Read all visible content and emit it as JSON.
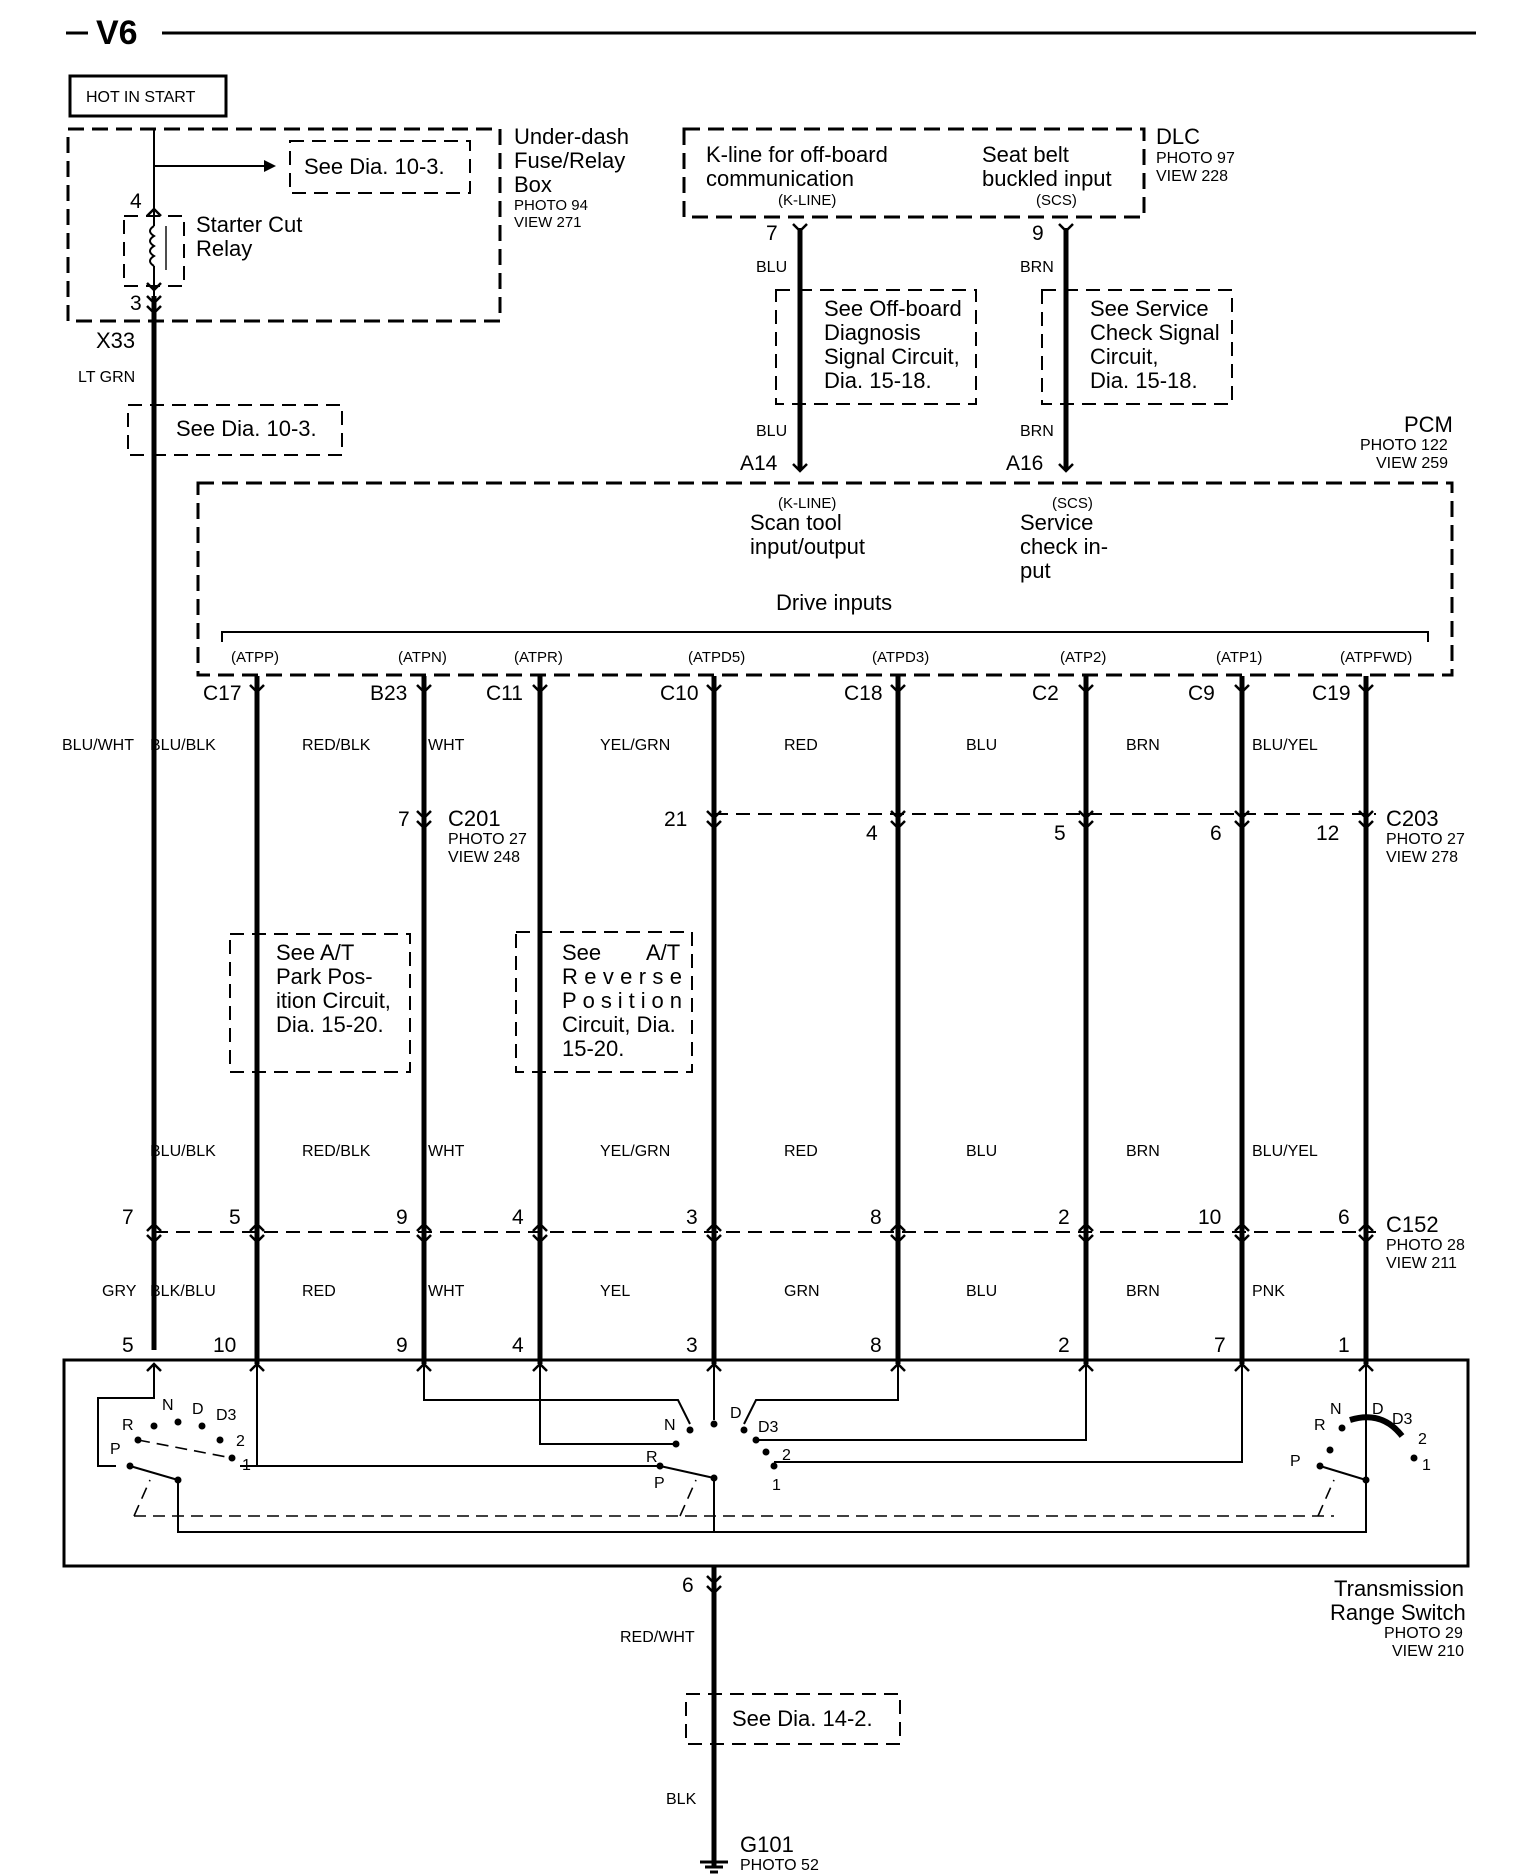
{
  "header": {
    "title": "V6"
  },
  "hot_in_start": "HOT IN START",
  "fuse_box": {
    "name_lines": [
      "Under-dash",
      "Fuse/Relay",
      "Box"
    ],
    "photo": "PHOTO 94",
    "view": "VIEW 271",
    "see": "See Dia. 10-3.",
    "relay_lines": [
      "Starter Cut",
      "Relay"
    ],
    "pin_top": "4",
    "pin_bottom": "3"
  },
  "left_wire": {
    "connector": "X33",
    "color_top": "LT GRN",
    "see": "See Dia. 10-3.",
    "color_mid": "BLU/WHT",
    "c152_pin": "7",
    "color_low": "GRY",
    "trs_pin": "5"
  },
  "dlc": {
    "name": "DLC",
    "photo": "PHOTO 97",
    "view": "VIEW 228",
    "klines": [
      "K-line for off-board",
      "communication",
      "(K-LINE)"
    ],
    "scs": [
      "Seat belt",
      "buckled input",
      "(SCS)"
    ],
    "pin7": "7",
    "pin9": "9",
    "blu": "BLU",
    "brn": "BRN",
    "see_offboard": [
      "See Off-board",
      "Diagnosis",
      "Signal Circuit,",
      "Dia. 15-18."
    ],
    "see_service": [
      "See Service",
      "Check Signal",
      "Circuit,",
      "Dia. 15-18."
    ],
    "pcm_a14": "A14",
    "pcm_a16": "A16"
  },
  "pcm": {
    "name": "PCM",
    "photo": "PHOTO 122",
    "view": "VIEW 259",
    "kline_code": "(K-LINE)",
    "kline_lines": [
      "Scan tool",
      "input/output"
    ],
    "scs_code": "(SCS)",
    "scs_lines": [
      "Service",
      "check in-",
      "put"
    ],
    "drive_inputs": "Drive inputs"
  },
  "channels": [
    {
      "code": "(ATPP)",
      "pin": "C17",
      "color_top": "BLU/BLK",
      "c201_pin": "",
      "c203_pin": "",
      "color_mid": "BLU/BLK",
      "c152_pin": "5",
      "color_low": "BLK/BLU",
      "trs_pin": "10"
    },
    {
      "code": "(ATPN)",
      "pin": "B23",
      "color_top": "RED/BLK",
      "c201_pin": "7",
      "c203_pin": "",
      "color_mid": "RED/BLK",
      "c152_pin": "9",
      "color_low": "RED",
      "trs_pin": "9"
    },
    {
      "code": "(ATPR)",
      "pin": "C11",
      "color_top": "WHT",
      "c201_pin": "",
      "c203_pin": "",
      "color_mid": "WHT",
      "c152_pin": "4",
      "color_low": "WHT",
      "trs_pin": "4"
    },
    {
      "code": "(ATPD5)",
      "pin": "C10",
      "color_top": "YEL/GRN",
      "c201_pin": "",
      "c203_pin": "21",
      "color_mid": "YEL/GRN",
      "c152_pin": "3",
      "color_low": "YEL",
      "trs_pin": "3"
    },
    {
      "code": "(ATPD3)",
      "pin": "C18",
      "color_top": "RED",
      "c201_pin": "",
      "c203_pin": "4",
      "color_mid": "RED",
      "c152_pin": "8",
      "color_low": "GRN",
      "trs_pin": "8"
    },
    {
      "code": "(ATP2)",
      "pin": "C2",
      "color_top": "BLU",
      "c201_pin": "",
      "c203_pin": "5",
      "color_mid": "BLU",
      "c152_pin": "2",
      "color_low": "BLU",
      "trs_pin": "2"
    },
    {
      "code": "(ATP1)",
      "pin": "C9",
      "color_top": "BRN",
      "c201_pin": "",
      "c203_pin": "6",
      "color_mid": "BRN",
      "c152_pin": "10",
      "color_low": "BRN",
      "trs_pin": "7"
    },
    {
      "code": "(ATPFWD)",
      "pin": "C19",
      "color_top": "BLU/YEL",
      "c201_pin": "",
      "c203_pin": "12",
      "color_mid": "BLU/YEL",
      "c152_pin": "6",
      "color_low": "PNK",
      "trs_pin": "1"
    }
  ],
  "c201": {
    "name": "C201",
    "photo": "PHOTO 27",
    "view": "VIEW 248"
  },
  "c203": {
    "name": "C203",
    "photo": "PHOTO 27",
    "view": "VIEW 278"
  },
  "c152": {
    "name": "C152",
    "photo": "PHOTO 28",
    "view": "VIEW 211"
  },
  "see_park": [
    "See A/T",
    "Park Pos-",
    "ition Circuit,",
    "Dia. 15-20."
  ],
  "see_reverse": [
    "See",
    "A/T",
    "Reverse",
    "Position",
    "Circuit, Dia.",
    "15-20."
  ],
  "trs": {
    "name_lines": [
      "Transmission",
      "Range Switch"
    ],
    "photo": "PHOTO 29",
    "view": "VIEW 210",
    "pos": {
      "P": "P",
      "R": "R",
      "N": "N",
      "D": "D",
      "D3": "D3",
      "two": "2",
      "one": "1"
    }
  },
  "ground": {
    "trs_pin": "6",
    "color_top": "RED/WHT",
    "see": "See Dia. 14-2.",
    "color_bottom": "BLK",
    "name": "G101",
    "photo": "PHOTO 52"
  }
}
